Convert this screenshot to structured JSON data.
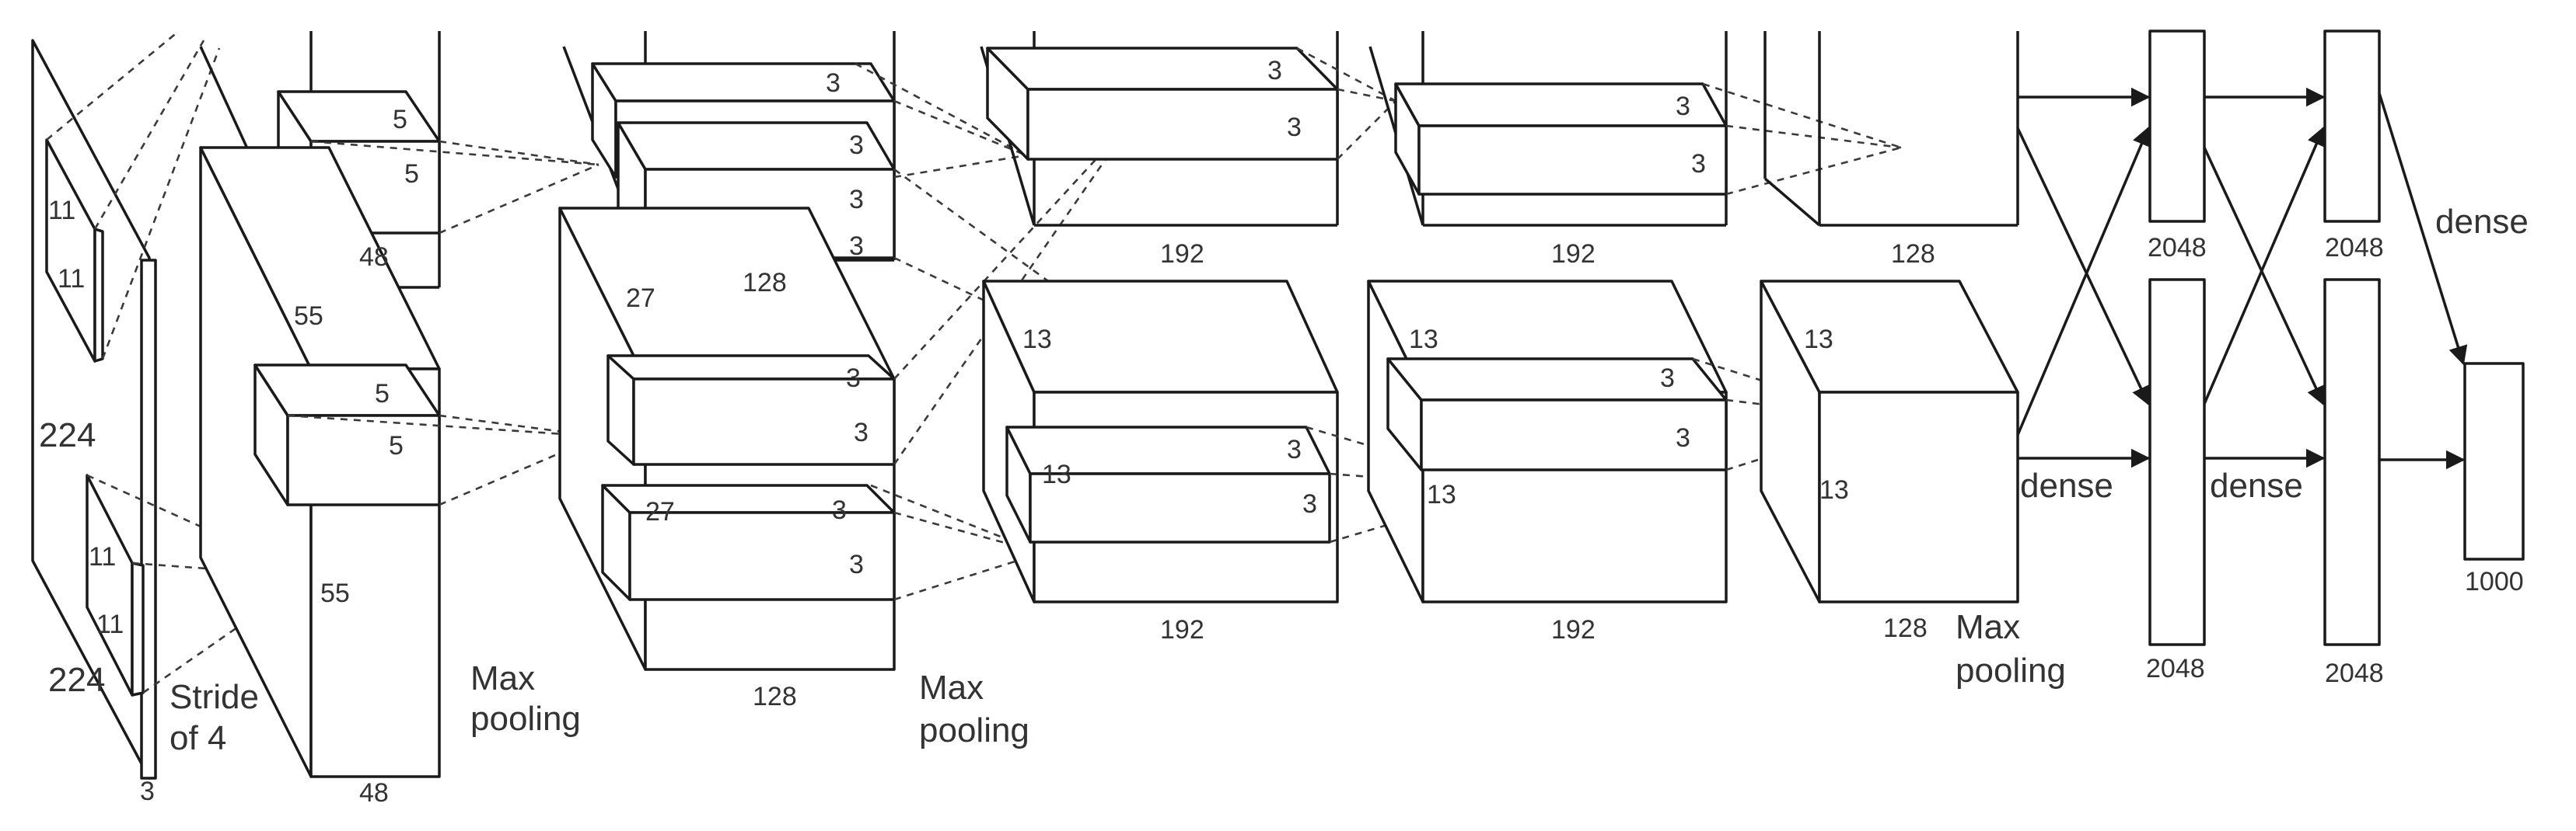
{
  "input": {
    "height": "224",
    "width": "224",
    "channels": "3",
    "kernel_h": "11",
    "kernel_w": "11",
    "kernel2_h": "11",
    "kernel2_w": "11",
    "stride_line1": "Stride",
    "stride_line2": "of 4"
  },
  "conv1": {
    "size_top": "55",
    "size_bottom": "55",
    "depth_top": "48",
    "depth_bottom": "48",
    "k_top_a": "5",
    "k_top_b": "5",
    "k_bot_a": "5",
    "k_bot_b": "5",
    "pool_line1": "Max",
    "pool_line2": "pooling"
  },
  "conv2": {
    "size_a": "27",
    "size_b": "27",
    "depth_top": "128",
    "depth_bottom": "128",
    "k_a1": "3",
    "k_a2": "3",
    "k_b1": "3",
    "k_b2": "3",
    "k_c1": "3",
    "k_c2": "3",
    "k_d1": "3",
    "k_d2": "3",
    "pool_line1": "Max",
    "pool_line2": "pooling"
  },
  "conv3": {
    "depth_top": "192",
    "depth_bottom": "192",
    "size_a": "13",
    "size_b": "13",
    "k_a1": "3",
    "k_a2": "3",
    "k_b1": "3",
    "k_b2": "3"
  },
  "conv4": {
    "depth_top": "192",
    "depth_bottom": "192",
    "size_a": "13",
    "size_b": "13",
    "k_a1": "3",
    "k_a2": "3",
    "k_b1": "3",
    "k_b2": "3"
  },
  "conv5": {
    "depth_top": "128",
    "depth_bottom": "128",
    "size_a": "13",
    "size_b": "13",
    "pool_line1": "Max",
    "pool_line2": "pooling"
  },
  "dense": {
    "label_1": "dense",
    "label_2": "dense",
    "label_3": "dense",
    "fc6_top": "2048",
    "fc6_bottom": "2048",
    "fc7_top": "2048",
    "fc7_bottom": "2048",
    "output": "1000"
  }
}
